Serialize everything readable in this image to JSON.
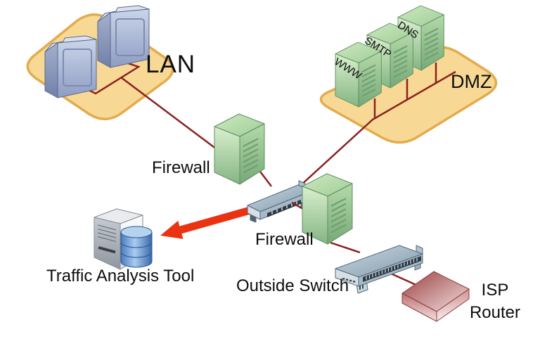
{
  "diagram": {
    "type": "network-topology",
    "zones": {
      "lan": {
        "label": "LAN"
      },
      "dmz": {
        "label": "DMZ"
      }
    },
    "labels": {
      "lan": "LAN",
      "dmz": "DMZ",
      "www": "WWW",
      "smtp": "SMTP",
      "dns": "DNS",
      "firewall_inner": "Firewall",
      "firewall_outer": "Firewall",
      "traffic_tool": "Traffic Analysis Tool",
      "outside_switch": "Outside Switch",
      "isp_line1": "ISP",
      "isp_line2": "Router"
    },
    "nodes": [
      {
        "id": "lan-workstation-1",
        "type": "workstation",
        "zone": "LAN"
      },
      {
        "id": "lan-workstation-2",
        "type": "workstation",
        "zone": "LAN"
      },
      {
        "id": "www-server",
        "type": "server",
        "label": "WWW",
        "zone": "DMZ"
      },
      {
        "id": "smtp-server",
        "type": "server",
        "label": "SMTP",
        "zone": "DMZ"
      },
      {
        "id": "dns-server",
        "type": "server",
        "label": "DNS",
        "zone": "DMZ"
      },
      {
        "id": "firewall-inner",
        "type": "firewall",
        "label": "Firewall"
      },
      {
        "id": "monitor-switch",
        "type": "switch"
      },
      {
        "id": "firewall-outer",
        "type": "firewall",
        "label": "Firewall"
      },
      {
        "id": "outside-switch",
        "type": "switch",
        "label": "Outside Switch"
      },
      {
        "id": "isp-router",
        "type": "router",
        "label": "ISP Router"
      },
      {
        "id": "traffic-analysis-tool",
        "type": "server-database",
        "label": "Traffic Analysis Tool"
      }
    ],
    "connections": [
      [
        "LAN",
        "Firewall (inner)"
      ],
      [
        "Firewall (inner)",
        "Monitor switch"
      ],
      [
        "DMZ servers",
        "Monitor switch"
      ],
      [
        "Monitor switch",
        "Firewall (outer)"
      ],
      [
        "Firewall (outer)",
        "Outside Switch"
      ],
      [
        "Outside Switch",
        "ISP Router"
      ],
      [
        "Monitor switch",
        "Traffic Analysis Tool"
      ]
    ],
    "colors": {
      "background": "#ffffff",
      "zone_fill": "#f7d995",
      "zone_border": "#e3ab4e",
      "wire": "#8b2121",
      "arrow": "#e93312",
      "server_green": "#9cc79a",
      "device_gray_blue": "#9fb4c2",
      "router_red": "#c06868",
      "database_blue": "#4a7ec0",
      "workstation_blue": "#a9b6d6",
      "text": "#0d0d0d"
    }
  }
}
